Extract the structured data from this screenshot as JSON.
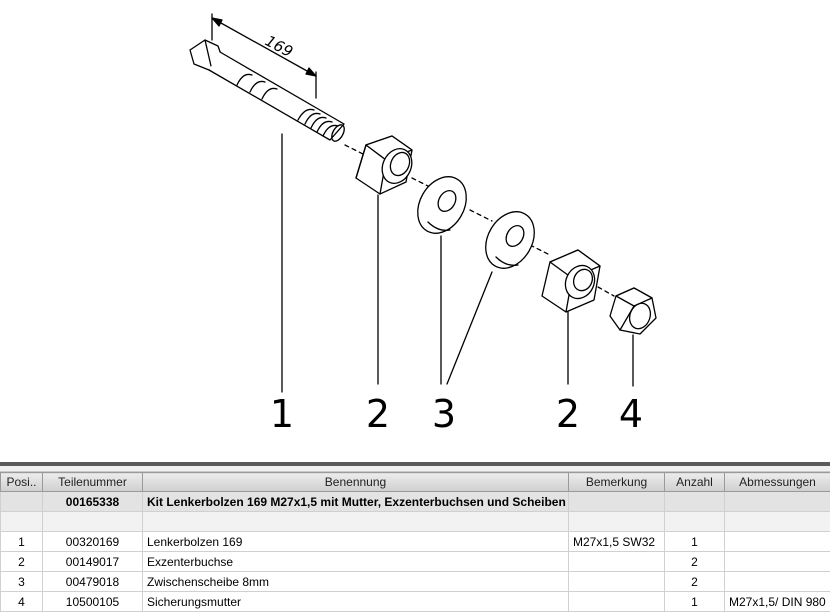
{
  "drawing": {
    "dimension_label": "169",
    "callouts": [
      "1",
      "2",
      "3",
      "2",
      "4"
    ]
  },
  "table": {
    "headers": [
      "Posi..",
      "Teilenummer",
      "Benennung",
      "Bemerkung",
      "Anzahl",
      "Abmessungen"
    ],
    "kit_row": {
      "pos": "",
      "part": "00165338",
      "name": "Kit Lenkerbolzen 169 M27x1,5 mit Mutter, Exzenterbuchsen und Scheiben",
      "remark": "",
      "qty": "",
      "dim": ""
    },
    "rows": [
      {
        "pos": "1",
        "part": "00320169",
        "name": "Lenkerbolzen 169",
        "remark": "M27x1,5 SW32",
        "qty": "1",
        "dim": ""
      },
      {
        "pos": "2",
        "part": "00149017",
        "name": "Exzenterbuchse",
        "remark": "",
        "qty": "2",
        "dim": ""
      },
      {
        "pos": "3",
        "part": "00479018",
        "name": "Zwischenscheibe 8mm",
        "remark": "",
        "qty": "2",
        "dim": ""
      },
      {
        "pos": "4",
        "part": "10500105",
        "name": "Sicherungsmutter",
        "remark": "",
        "qty": "1",
        "dim": "M27x1,5/ DIN 980"
      }
    ]
  }
}
